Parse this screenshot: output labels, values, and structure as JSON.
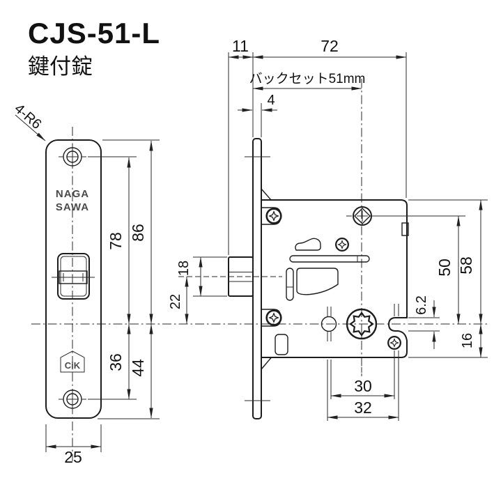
{
  "title": "CJS-51-L",
  "subtitle": "鍵付錠",
  "front_view": {
    "corner_radius_note": "4-R6",
    "brand_logo_line1": "NAGA",
    "brand_logo_line2": "SAWA",
    "maker_mark": "CiK",
    "dim_top_hole_to_center": "78",
    "dim_top_edge_to_center": "86",
    "dim_center_to_bottom_hole": "36",
    "dim_center_to_bottom_edge": "44",
    "dim_plate_width": "25"
  },
  "side_view": {
    "dim_latch_projection": "11",
    "dim_case_depth": "72",
    "backset_label": "バックセット51mm",
    "dim_front_thickness": "4",
    "dim_latch_height": "18",
    "dim_latch_to_center": "22",
    "dim_screw_to_center": "50",
    "dim_case_top_to_center": "58",
    "dim_notch_height": "6.2",
    "dim_center_to_case_bottom": "16",
    "dim_cylinder_to_screw": "30",
    "dim_lower_span": "32"
  }
}
